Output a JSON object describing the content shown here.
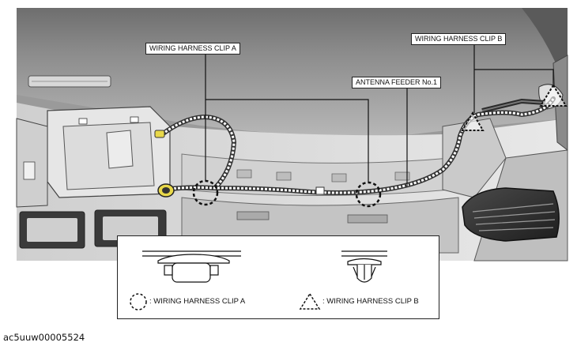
{
  "callouts": {
    "clip_a": "WIRING HARNESS CLIP A",
    "clip_b": "WIRING HARNESS CLIP B",
    "feeder": "ANTENNA FEEDER No.1"
  },
  "legend": {
    "clip_a": ": WIRING HARNESS CLIP A",
    "clip_b": ": WIRING HARNESS CLIP B"
  },
  "figure_code": "ac5uuw00005524",
  "colors": {
    "harness": "#d9d9d9",
    "highlight": "#e8d84a"
  }
}
